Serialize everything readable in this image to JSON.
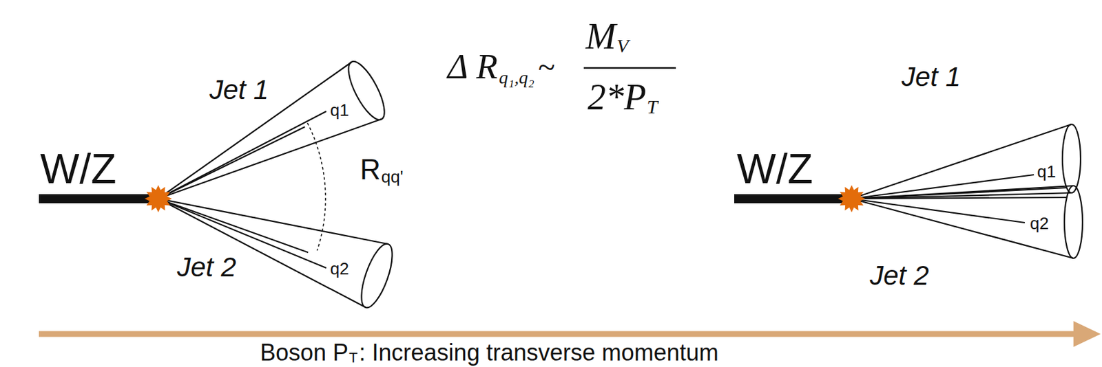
{
  "diagram": {
    "labels": [
      "W/Z",
      "Jet 1",
      "q1",
      "R",
      "qq'",
      "Jet 2",
      "q2",
      "Δ R",
      "q₁,q₂",
      "~",
      "M",
      "V",
      "2*P",
      "T",
      "Jet 1",
      "W/Z",
      "q1",
      "q2",
      "Jet 2",
      "Boson P",
      "T",
      ": Increasing transverse momentum"
    ]
  }
}
